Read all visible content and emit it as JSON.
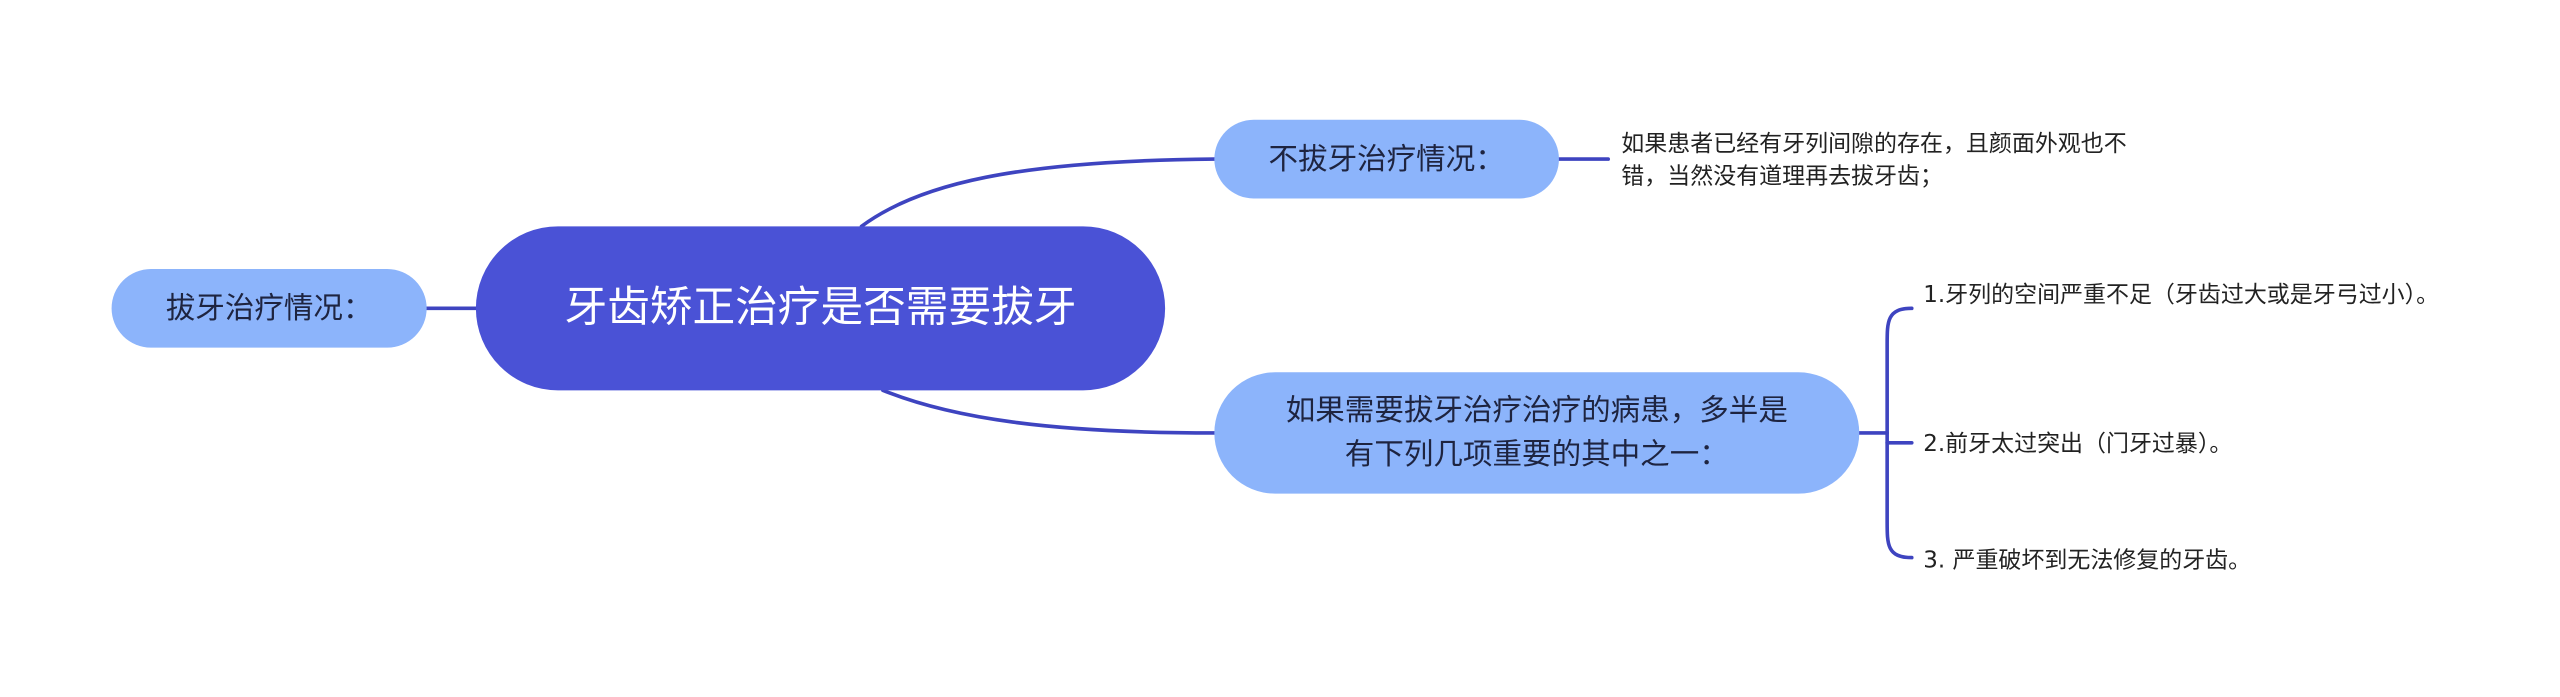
{
  "mindmap": {
    "root": {
      "label": "牙齿矫正治疗是否需要拔牙"
    },
    "left_branch": {
      "label": "拔牙治疗情况："
    },
    "top_branch": {
      "label": "不拔牙治疗情况：",
      "leaf": "如果患者已经有牙列间隙的存在，且颜面外观也不错，当然没有道理再去拔牙齿；"
    },
    "bottom_branch": {
      "label": "如果需要拔牙治疗治疗的病患，多半是有下列几项重要的其中之一：",
      "leaves": [
        "1.牙列的空间严重不足（牙齿过大或是牙弓过小）。",
        "2.前牙太过突出（门牙过暴）。",
        "3. 严重破坏到无法修复的牙齿。"
      ]
    },
    "colors": {
      "root_fill": "#4a52d6",
      "branch_fill": "#8cb4fb",
      "connector": "#3e44c0",
      "background": "#ffffff"
    }
  }
}
